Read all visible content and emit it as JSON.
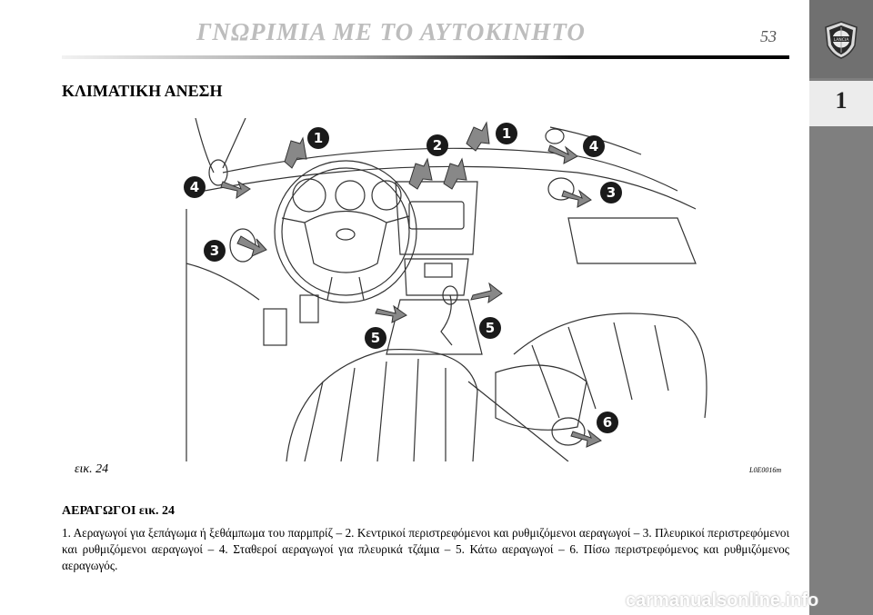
{
  "header": {
    "title": "ΓΝΩΡΙΜΙΑ ΜΕ ΤΟ ΑΥΤΟΚΙΝΗΤΟ",
    "page_number": "53"
  },
  "side_tab": {
    "chapter": "1",
    "logo_text": "LANCIA"
  },
  "section": {
    "title": "ΚΛΙΜΑΤΙΚΗ ΑΝΕΣΗ"
  },
  "figure": {
    "caption": "εικ. 24",
    "code": "L0E0016m",
    "callouts": [
      "1",
      "2",
      "1",
      "4",
      "4",
      "3",
      "3",
      "5",
      "5",
      "6"
    ]
  },
  "content": {
    "subheading": "ΑΕΡΑΓΩΓΟΙ εικ. 24",
    "paragraph": "1. Αεραγωγοί για ξεπάγωμα ή ξεθάμπωμα του παρμπρίζ – 2. Κεντρικοί περιστρεφόμενοι και ρυθμιζόμενοι αεραγωγοί – 3. Πλευρικοί περιστρεφόμενοι και ρυθμιζόμενοι αεραγωγοί – 4. Σταθεροί αεραγωγοί για πλευρικά τζάμια – 5. Κάτω αεραγωγοί – 6. Πίσω περιστρεφόμενος και ρυθμιζόμενος αεραγωγός."
  },
  "watermark": "carmanualsonline.info"
}
